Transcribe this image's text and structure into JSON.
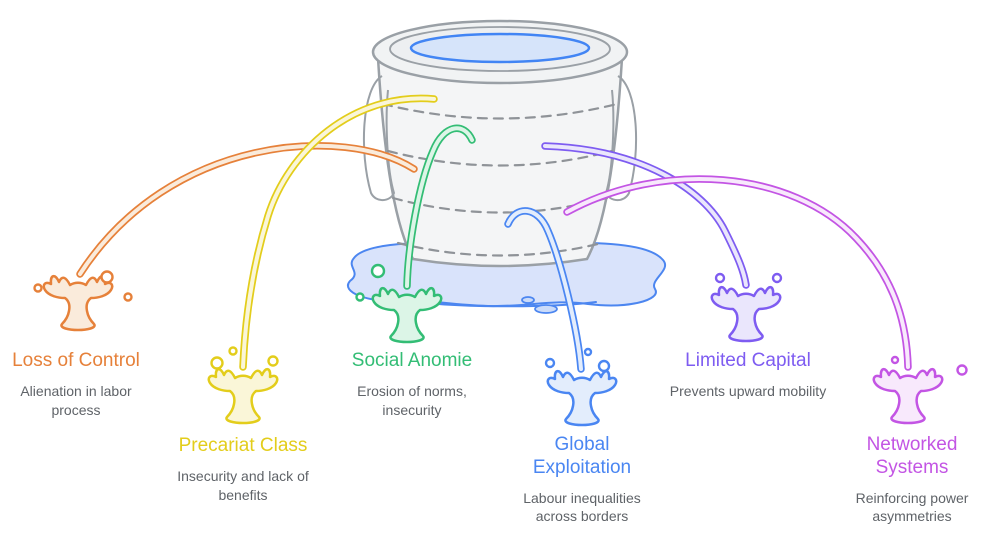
{
  "diagram": {
    "bucket": {
      "outline_color": "#9AA0A6",
      "body_fill": "#F4F5F6",
      "rim_fill": "#F1F3F4",
      "water_fill": "#D6E4FA",
      "water_stroke": "#4285F4",
      "puddle_fill": "#D9E3FB",
      "puddle_stroke": "#4C86F0",
      "hoop_color": "#8F9398"
    },
    "subtitle_color": "#5F6368",
    "leaks": [
      {
        "id": "loss-of-control",
        "title": "Loss of Control",
        "subtitle": "Alienation in labor process",
        "color": "#E6813A",
        "tint": "#FAEBDB"
      },
      {
        "id": "precariat-class",
        "title": "Precariat Class",
        "subtitle": "Insecurity and lack of benefits",
        "color": "#E3CD1B",
        "tint": "#FAF6D8"
      },
      {
        "id": "social-anomie",
        "title": "Social Anomie",
        "subtitle": "Erosion of norms, insecurity",
        "color": "#33BD75",
        "tint": "#DCF5E7"
      },
      {
        "id": "global-exploitation",
        "title": "Global Exploitation",
        "subtitle": "Labour inequalities across borders",
        "color": "#4A86F2",
        "tint": "#E3EDFC"
      },
      {
        "id": "limited-capital",
        "title": "Limited Capital",
        "subtitle": "Prevents upward mobility",
        "color": "#7E5CF1",
        "tint": "#EAE6FC"
      },
      {
        "id": "networked-systems",
        "title": "Networked Systems",
        "subtitle": "Reinforcing power asymmetries",
        "color": "#C355E4",
        "tint": "#F8E9FC"
      }
    ]
  }
}
